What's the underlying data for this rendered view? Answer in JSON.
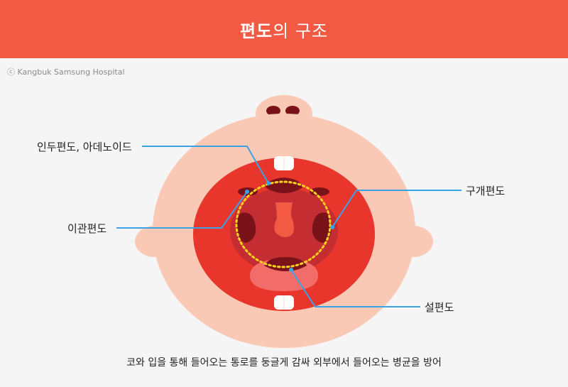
{
  "header": {
    "title_bold": "편도",
    "title_rest": "의 구조",
    "bg_color": "#f25a44"
  },
  "copyright": "ⓒ Kangbuk Samsung Hospital",
  "labels": {
    "adenoid": "인두편도, 아데노이드",
    "palatine": "구개편도",
    "tubal": "이관편도",
    "lingual": "설편도"
  },
  "caption": "코와 입을 통해 들어오는 통로를 둥글게 감싸 외부에서 들어오는 병균을 방어",
  "colors": {
    "skin": "#f9c9b5",
    "mouth": "#e8362d",
    "throat": "#c42d31",
    "tonsil": "#7a1219",
    "teeth": "#ffffff",
    "tongue": "#f26d6a",
    "leader_line": "#3aa3e8",
    "ring": "#ffd21f"
  }
}
